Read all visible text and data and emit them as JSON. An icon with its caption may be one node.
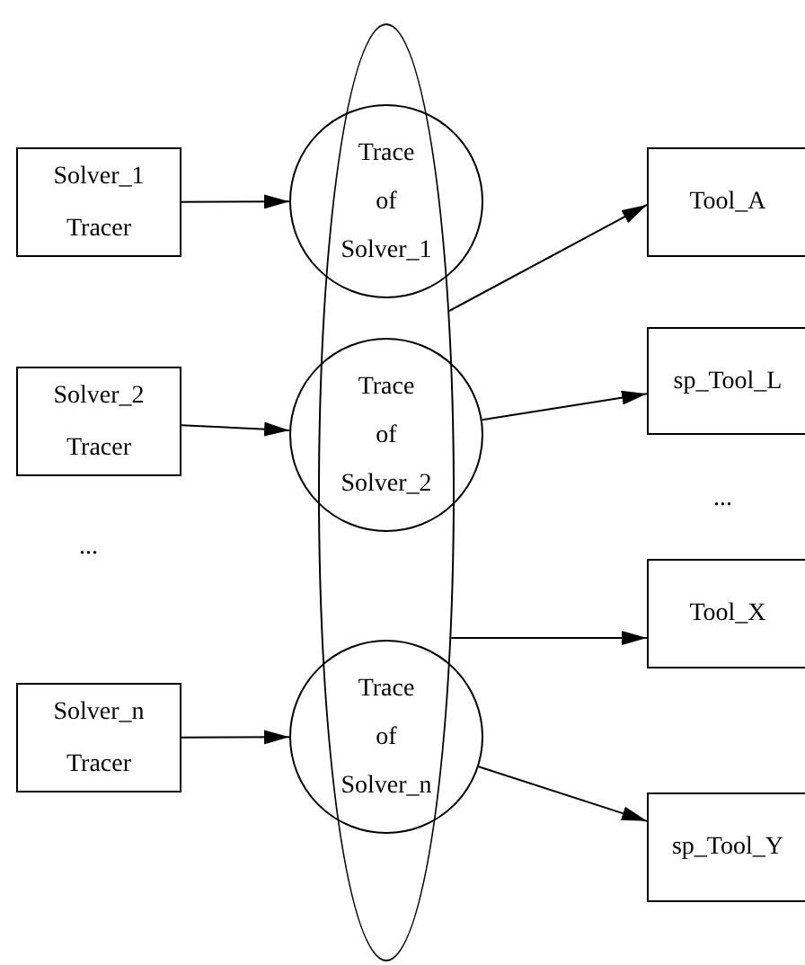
{
  "diagram": {
    "nodes": [
      {
        "text": [
          "Solver_1",
          "Tracer"
        ]
      },
      {
        "text": [
          "Solver_2",
          "Tracer"
        ]
      },
      {
        "text": [
          "Solver_n",
          "Tracer"
        ]
      },
      {
        "text": [],
        "shape": "ellipse"
      },
      {
        "text": [
          "Trace of Solver_1"
        ]
      },
      {
        "text": [
          "Trace of Solver_2"
        ]
      },
      {
        "text": [
          "Trace of Solver_n"
        ]
      },
      {
        "text": [
          "Tool_A"
        ]
      },
      {
        "text": [
          "sp_Tool_L"
        ]
      },
      {
        "text": [
          "Tool_X"
        ]
      },
      {
        "text": [
          "sp_Tool_Y"
        ]
      }
    ],
    "edges": [
      {
        "from": 0,
        "to": 4,
        "arrow": "to"
      },
      {
        "from": 1,
        "to": 5,
        "arrow": "to"
      },
      {
        "from": 2,
        "to": 6,
        "arrow": "to"
      },
      {
        "from": 3,
        "to": 7,
        "arrow": "to"
      },
      {
        "from": 5,
        "to": 8,
        "arrow": "to"
      },
      {
        "from": 3,
        "to": 9,
        "arrow": "to"
      },
      {
        "from": 6,
        "to": 10,
        "arrow": "to"
      }
    ],
    "labels": [
      "...",
      "..."
    ]
  }
}
